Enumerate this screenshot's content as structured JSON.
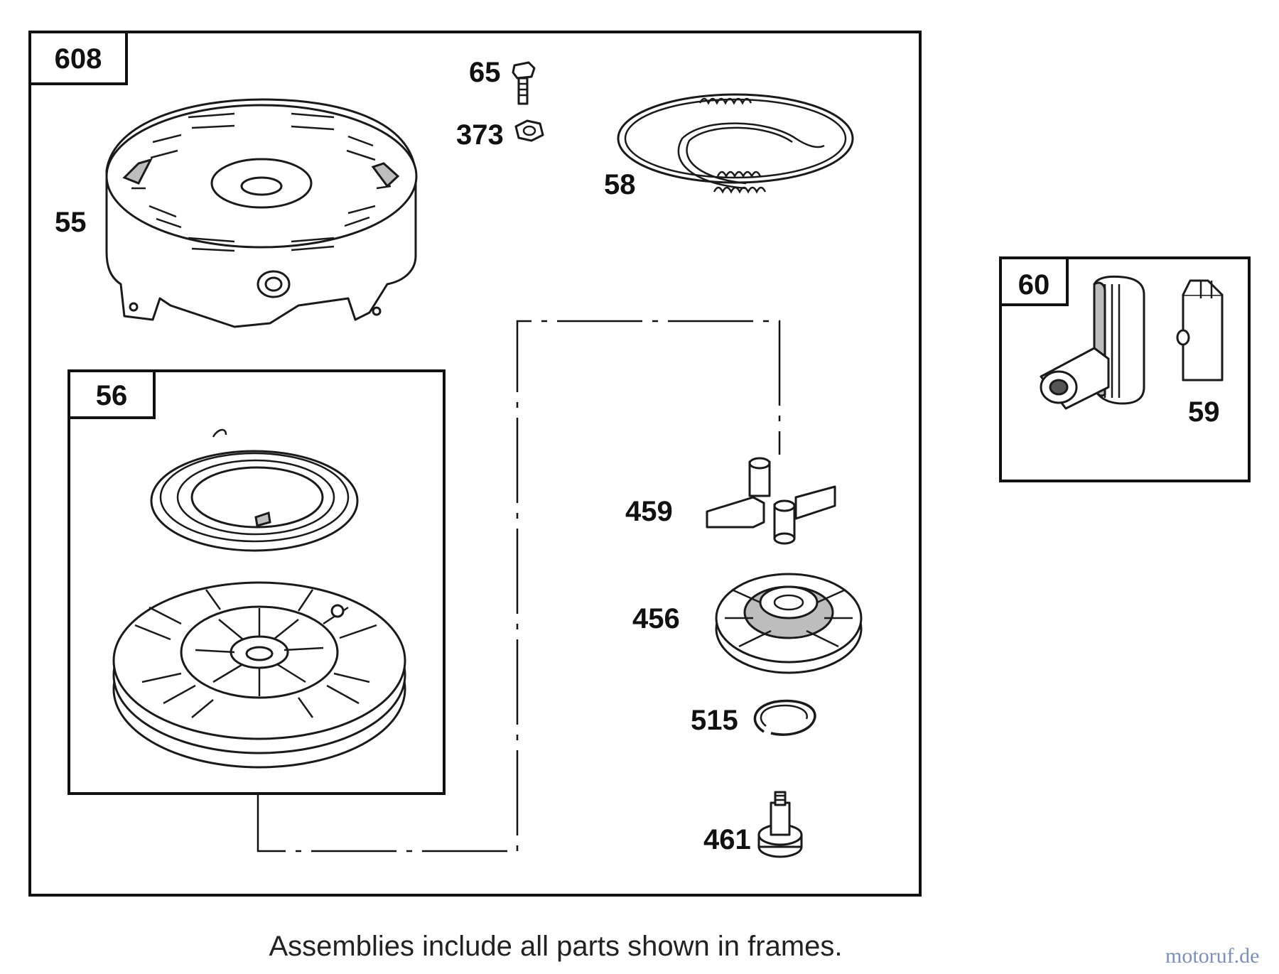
{
  "frames": {
    "main": "608",
    "pulley": "56",
    "handle": "60"
  },
  "parts": {
    "p55": "55",
    "p58": "58",
    "p65": "65",
    "p373": "373",
    "p459": "459",
    "p456": "456",
    "p515": "515",
    "p461": "461",
    "p59": "59"
  },
  "caption": "Assemblies include all parts shown in frames.",
  "watermark": "motoruf.de",
  "colors": {
    "line": "#111111",
    "shade": "#bdbdbd",
    "watermark": "#7a90b8"
  }
}
